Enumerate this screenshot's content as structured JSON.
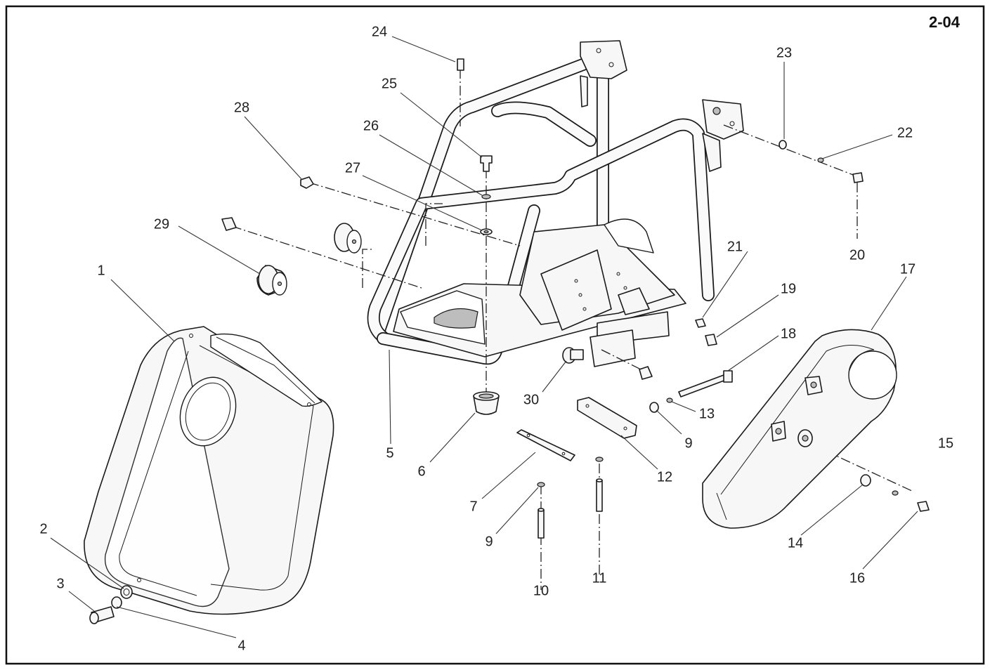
{
  "page_id": "2-04",
  "callouts": {
    "1": "1",
    "2": "2",
    "3": "3",
    "4": "4",
    "5": "5",
    "6": "6",
    "7": "7",
    "9a": "9",
    "9b": "9",
    "10": "10",
    "11": "11",
    "12": "12",
    "13": "13",
    "14": "14",
    "15": "15",
    "16": "16",
    "17": "17",
    "18": "18",
    "19": "19",
    "20": "20",
    "21": "21",
    "22": "22",
    "23": "23",
    "24": "24",
    "25": "25",
    "26": "26",
    "27": "27",
    "28": "28",
    "29": "29",
    "30": "30"
  }
}
